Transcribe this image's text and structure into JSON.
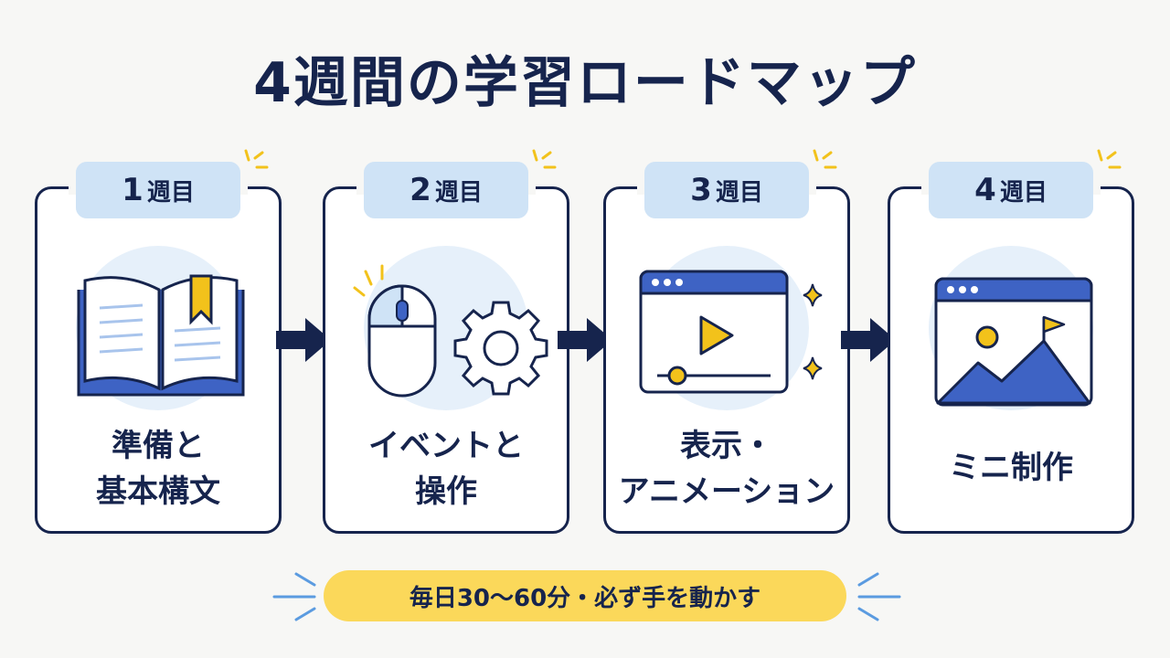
{
  "title": "4週間の学習ロードマップ",
  "colors": {
    "navy": "#16244d",
    "blue": "#3e63c4",
    "light_blue": "#cfe3f6",
    "circle_bg": "#e6f0fa",
    "yellow": "#fbd85a",
    "accent_yellow": "#f2c21b"
  },
  "weeks": [
    {
      "num": "1",
      "unit": "週目",
      "label_line1": "準備と",
      "label_line2": "基本構文",
      "icon": "open-book-icon"
    },
    {
      "num": "2",
      "unit": "週目",
      "label_line1": "イベントと",
      "label_line2": "操作",
      "icon": "mouse-gear-icon"
    },
    {
      "num": "3",
      "unit": "週目",
      "label_line1": "表示・",
      "label_line2": "アニメーション",
      "icon": "video-player-icon"
    },
    {
      "num": "4",
      "unit": "週目",
      "label_line1": "ミニ制作",
      "label_line2": "",
      "icon": "image-window-icon"
    }
  ],
  "footer": "毎日30〜60分・必ず手を動かす"
}
